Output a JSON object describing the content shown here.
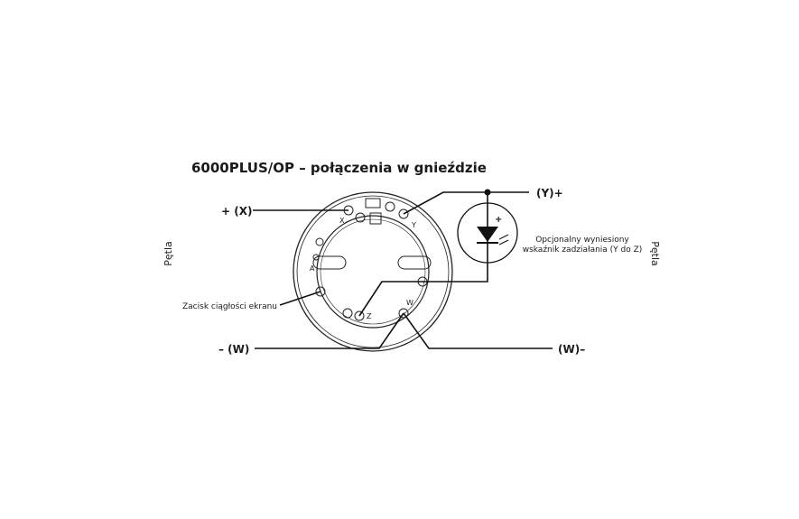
{
  "title": "6000PLUS/OP – połączenia w gnieździe",
  "labels": {
    "x_plus": "+ (X)",
    "y_plus": "(Y)+",
    "w_minus_left": "– (W)",
    "w_minus_right": "(W)–",
    "shield": "Zacisk ciągłości ekranu",
    "led_line1": "Opcjonalny wyniesiony",
    "led_line2": "wskaźnik zadziałania (Y do Z)",
    "loop_left": "Pętla",
    "loop_right": "Pętla",
    "led_plus": "+"
  },
  "terminal_marks": [
    "X",
    "Y",
    "Z",
    "W",
    "A"
  ]
}
